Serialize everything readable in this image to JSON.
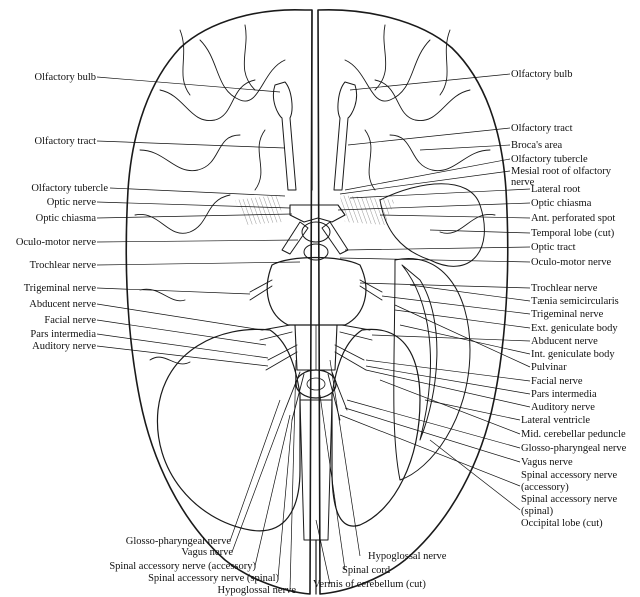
{
  "figure": {
    "labels_left": [
      "Olfactory bulb",
      "Olfactory tract",
      "Olfactory tubercle",
      "Optic nerve",
      "Optic chiasma",
      "Oculo-motor nerve",
      "Trochlear nerve",
      "Trigeminal nerve",
      "Abducent nerve",
      "Facial nerve",
      "Pars intermedia",
      "Auditory nerve"
    ],
    "labels_right": [
      "Olfactory bulb",
      "Olfactory tract",
      "Broca's area",
      "Olfactory tubercle",
      "Mesial root of olfactory",
      "nerve",
      "Lateral root",
      "Optic chiasma",
      "Ant. perforated spot",
      "Temporal lobe (cut)",
      "Optic tract",
      "Oculo-motor nerve",
      "Trochlear nerve",
      "Tænia semicircularis",
      "Trigeminal nerve",
      "Ext. geniculate body",
      "Abducent nerve",
      "Int. geniculate body",
      "Pulvinar",
      "Facial nerve",
      "Pars intermedia",
      "Auditory nerve",
      "Lateral ventricle",
      "Mid. cerebellar peduncle",
      "Glosso-pharyngeal nerve",
      "Vagus nerve",
      "Spinal accessory nerve",
      "(accessory)",
      "Spinal accessory nerve",
      "(spinal)",
      "Occipital lobe (cut)"
    ],
    "labels_bottom": [
      "Glosso-pharyngeal nerve",
      "Vagus nerve",
      "Spinal accessory nerve (accessory)",
      "Spinal accessory nerve (spinal)",
      "Hypoglossal nerve",
      "Hypoglossal nerve",
      "Spinal cord",
      "Vermis of cerebellum (cut)"
    ]
  }
}
